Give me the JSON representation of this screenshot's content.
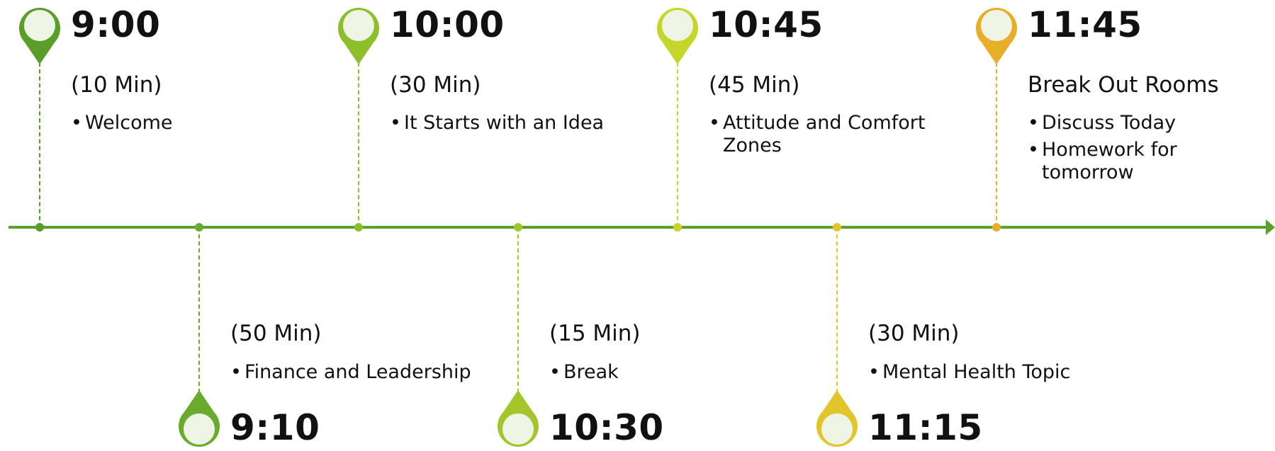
{
  "milestones": [
    {
      "time": "9:00",
      "duration": "(10 Min)",
      "items": [
        "Welcome"
      ],
      "color": "#5a9e2a",
      "position": "top"
    },
    {
      "time": "9:10",
      "duration": "(50 Min)",
      "items": [
        "Finance and Leadership"
      ],
      "color": "#6aab2e",
      "position": "bottom"
    },
    {
      "time": "10:00",
      "duration": "(30 Min)",
      "items": [
        "It Starts with an Idea"
      ],
      "color": "#8cbf2a",
      "position": "top"
    },
    {
      "time": "10:30",
      "duration": "(15 Min)",
      "items": [
        "Break"
      ],
      "color": "#a3c62a",
      "position": "bottom"
    },
    {
      "time": "10:45",
      "duration": "(45 Min)",
      "items": [
        "Attitude and Comfort Zones"
      ],
      "color": "#c5d52a",
      "position": "top"
    },
    {
      "time": "11:15",
      "duration": "(30 Min)",
      "items": [
        "Mental Health Topic"
      ],
      "color": "#e2c52b",
      "position": "bottom"
    },
    {
      "time": "11:45",
      "duration": "Break Out Rooms",
      "items": [
        "Discuss Today",
        "Homework for tomorrow"
      ],
      "color": "#e8ae2a",
      "position": "top"
    }
  ],
  "axis_color": "#5aa02c"
}
